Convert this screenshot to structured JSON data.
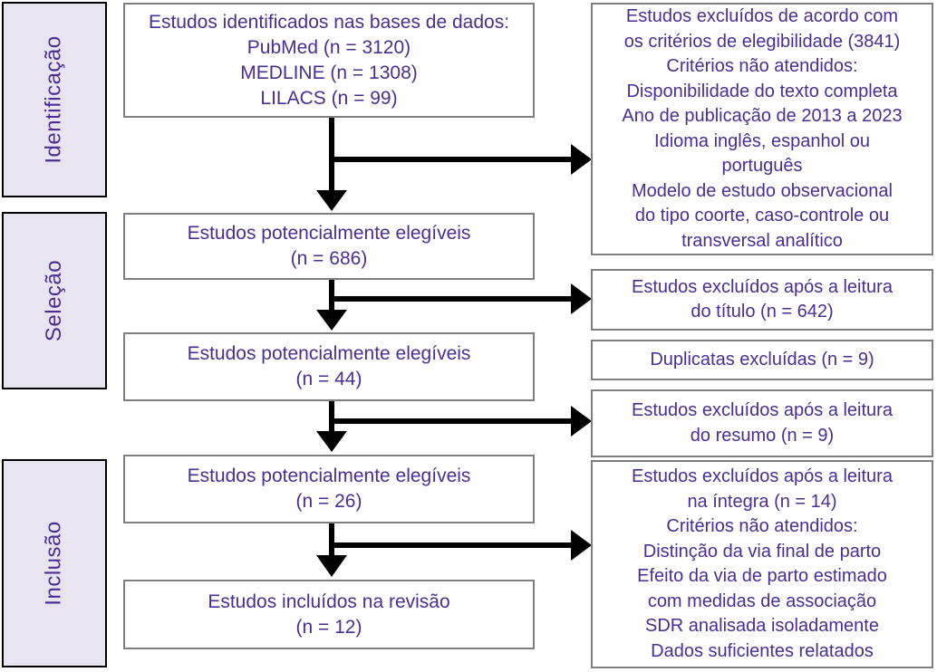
{
  "colors": {
    "text_purple": "#4b2e92",
    "stage_fill": "#e8e5f1",
    "stage_border": "#000000",
    "box_border": "#7f7f7f",
    "arrow": "#000000",
    "background": "#ffffff"
  },
  "stages": [
    {
      "label": "Identificação"
    },
    {
      "label": "Seleção"
    },
    {
      "label": "Inclusão"
    }
  ],
  "flow": [
    {
      "id": "identified",
      "text": "Estudos identificados nas bases de dados:\nPubMed (n = 3120)\nMEDLINE (n = 1308)\nLILACS (n = 99)"
    },
    {
      "id": "eligible-686",
      "text": "Estudos potencialmente elegíveis\n(n = 686)"
    },
    {
      "id": "eligible-44",
      "text": "Estudos potencialmente elegíveis\n(n = 44)"
    },
    {
      "id": "eligible-26",
      "text": "Estudos potencialmente elegíveis\n(n = 26)"
    },
    {
      "id": "included-12",
      "text": "Estudos incluídos na revisão\n(n = 12)"
    }
  ],
  "exclusions": [
    {
      "id": "eligibility-criteria",
      "text": "Estudos excluídos de acordo com\nos critérios de elegibilidade (3841)\nCritérios não atendidos:\nDisponibilidade do texto completa\nAno de publicação de 2013 a 2023\nIdioma inglês, espanhol ou\nportuguês\nModelo de estudo observacional\ndo tipo coorte, caso-controle ou\ntransversal analítico"
    },
    {
      "id": "excluded-title",
      "text": "Estudos excluídos após a leitura\ndo título (n = 642)"
    },
    {
      "id": "excluded-duplicates",
      "text": "Duplicatas excluídas (n = 9)"
    },
    {
      "id": "excluded-abstract",
      "text": "Estudos excluídos após a leitura\ndo resumo (n = 9)"
    },
    {
      "id": "excluded-fulltext",
      "text": "Estudos excluídos após a leitura\nna íntegra (n = 14)\nCritérios não atendidos:\nDistinção da via final de parto\nEfeito da via de parto estimado\ncom medidas de associação\nSDR analisada isoladamente\nDados suficientes relatados"
    }
  ]
}
